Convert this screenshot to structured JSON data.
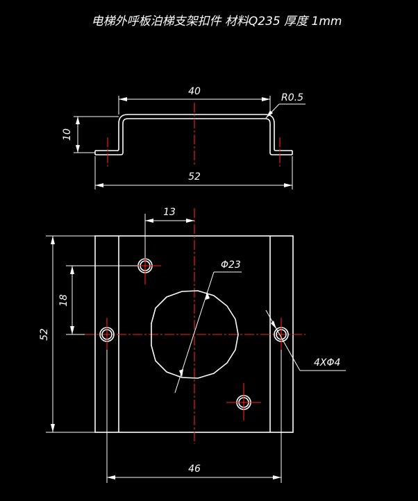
{
  "title": "电梯外呼板泊梯支架扣件 材料Q235 厚度 1mm",
  "side_view": {
    "dim_top_width": "40",
    "dim_height": "10",
    "dim_total_width": "52",
    "bend_radius": "R0.5"
  },
  "plan_view": {
    "dim_hole_offset_x": "13",
    "dim_hole_offset_y": "18",
    "dim_height": "52",
    "dim_hole_span": "46",
    "center_hole_diameter": "Φ23",
    "holes_note": "4XΦ4"
  },
  "colors": {
    "background": "#000000",
    "lines": "#ffffff",
    "centerlines": "#ff2020"
  }
}
